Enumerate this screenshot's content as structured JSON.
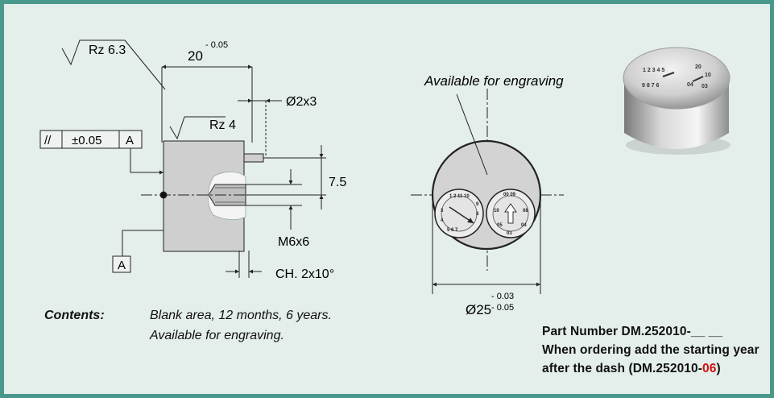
{
  "drawing": {
    "rz_top": "Rz 6.3",
    "rz_side": "Rz 4",
    "length_nominal": "20",
    "length_tol": "- 0.05",
    "pin_dim": "Ø2x3",
    "height_dim": "7.5",
    "thread": "M6x6",
    "chamfer": "CH. 2x10°",
    "tol_symbol": "//",
    "tol_value": "±0.05",
    "datum": "A",
    "datum_ref": "A",
    "engrave_note": "Available for engraving",
    "diameter_nominal": "Ø25",
    "diameter_tol_upper": "- 0.03",
    "diameter_tol_lower": "- 0.05"
  },
  "contents": {
    "label": "Contents:",
    "line1": "Blank area, 12 months, 6 years.",
    "line2": "Available for engraving."
  },
  "order": {
    "line1": "Part Number DM.252010-__ __",
    "line2": "When ordering add the starting year",
    "line3_prefix": "after the dash (DM.252010-",
    "line3_highlight": "06",
    "line3_suffix": ")"
  },
  "colors": {
    "frame": "#4a978c",
    "background": "#e4eeea",
    "part_fill": "#cfcfcf",
    "highlight": "#d01010"
  }
}
